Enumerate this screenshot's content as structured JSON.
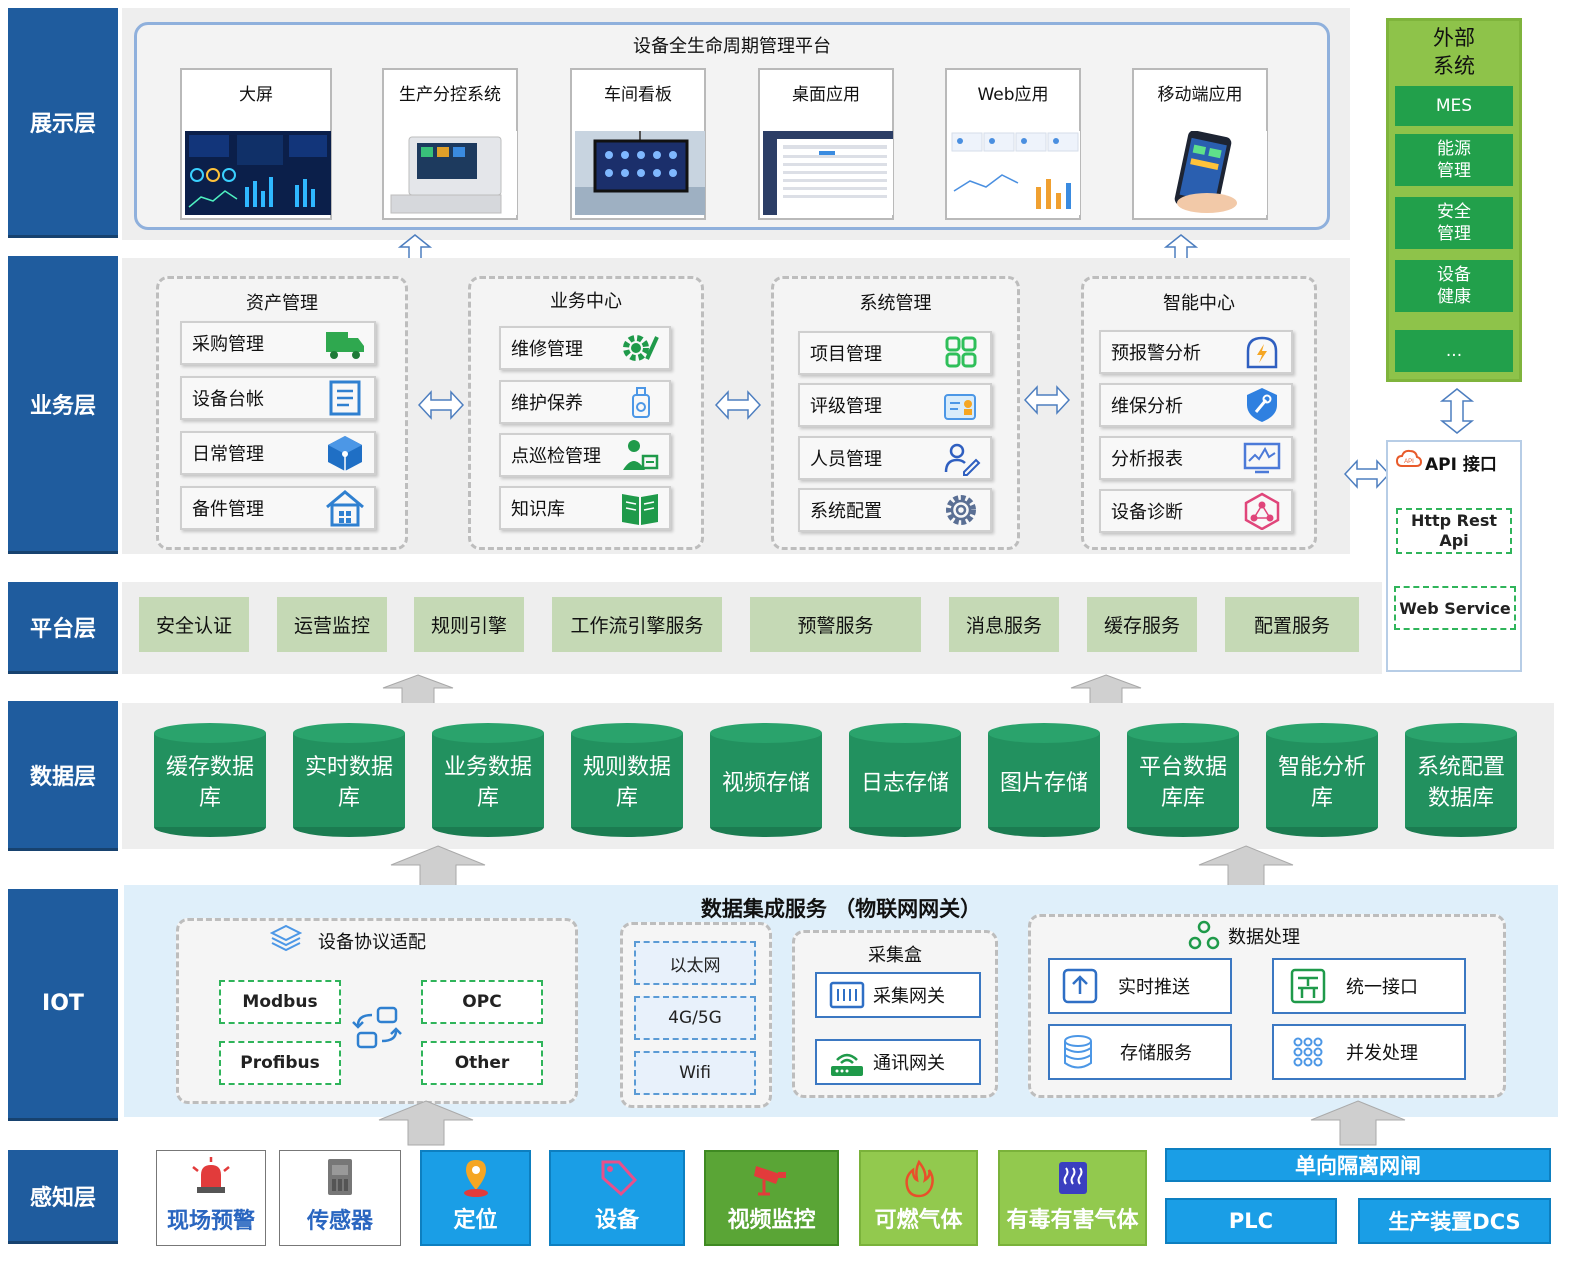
{
  "layers": {
    "presentation": "展示层",
    "business": "业务层",
    "platform": "平台层",
    "data": "数据层",
    "iot": "IOT",
    "perception": "感知层"
  },
  "presentation": {
    "title": "设备全生命周期管理平台",
    "cards": [
      "大屏",
      "生产分控系统",
      "车间看板",
      "桌面应用",
      "Web应用",
      "移动端应用"
    ]
  },
  "business": {
    "groups": [
      {
        "title": "资产管理",
        "items": [
          "采购管理",
          "设备台帐",
          "日常管理",
          "备件管理"
        ]
      },
      {
        "title": "业务中心",
        "items": [
          "维修管理",
          "维护保养",
          "点巡检管理",
          "知识库"
        ]
      },
      {
        "title": "系统管理",
        "items": [
          "项目管理",
          "评级管理",
          "人员管理",
          "系统配置"
        ]
      },
      {
        "title": "智能中心",
        "items": [
          "预报警分析",
          "维保分析",
          "分析报表",
          "设备诊断"
        ]
      }
    ]
  },
  "platform": {
    "services": [
      "安全认证",
      "运营监控",
      "规则引擎",
      "工作流引擎服务",
      "预警服务",
      "消息服务",
      "缓存服务",
      "配置服务"
    ]
  },
  "data": {
    "stores": [
      [
        "缓存数据",
        "库"
      ],
      [
        "实时数据",
        "库"
      ],
      [
        "业务数据",
        "库"
      ],
      [
        "规则数据",
        "库"
      ],
      [
        "视频存储"
      ],
      [
        "日志存储"
      ],
      [
        "图片存储"
      ],
      [
        "平台数据",
        "库库"
      ],
      [
        "智能分析",
        "库"
      ],
      [
        "系统配置",
        "数据库"
      ]
    ]
  },
  "iot": {
    "title": "数据集成服务 （物联网网关）",
    "protocol": {
      "title": "设备协议适配",
      "items": [
        "Modbus",
        "OPC",
        "Profibus",
        "Other"
      ]
    },
    "network": [
      "以太网",
      "4G/5G",
      "Wifi"
    ],
    "collector": {
      "title": "采集盒",
      "items": [
        "采集网关",
        "通讯网关"
      ]
    },
    "processing": {
      "title": "数据处理",
      "items": [
        "实时推送",
        "统一接口",
        "存储服务",
        "并发处理"
      ]
    }
  },
  "external": {
    "title": [
      "外部",
      "系统"
    ],
    "items": [
      [
        "MES"
      ],
      [
        "能源",
        "管理"
      ],
      [
        "安全",
        "管理"
      ],
      [
        "设备",
        "健康"
      ],
      [
        "..."
      ]
    ],
    "api": {
      "title": "API 接口",
      "items": [
        [
          "Http Rest",
          "Api"
        ],
        [
          "Web Service"
        ]
      ]
    }
  },
  "perception": {
    "items": [
      "现场预警",
      "传感器",
      "定位",
      "设备",
      "视频监控",
      "可燃气体",
      "有毒有害气体"
    ],
    "gateway": "单向隔离网闸",
    "plc": "PLC",
    "dcs": "生产装置DCS"
  },
  "colors": {
    "layer_blue": "#1f5c9e",
    "db_green": "#22915f",
    "ext_green": "#22a04b",
    "platform_green": "#c5d9b5",
    "perception_blue": "#1a9ee6"
  }
}
